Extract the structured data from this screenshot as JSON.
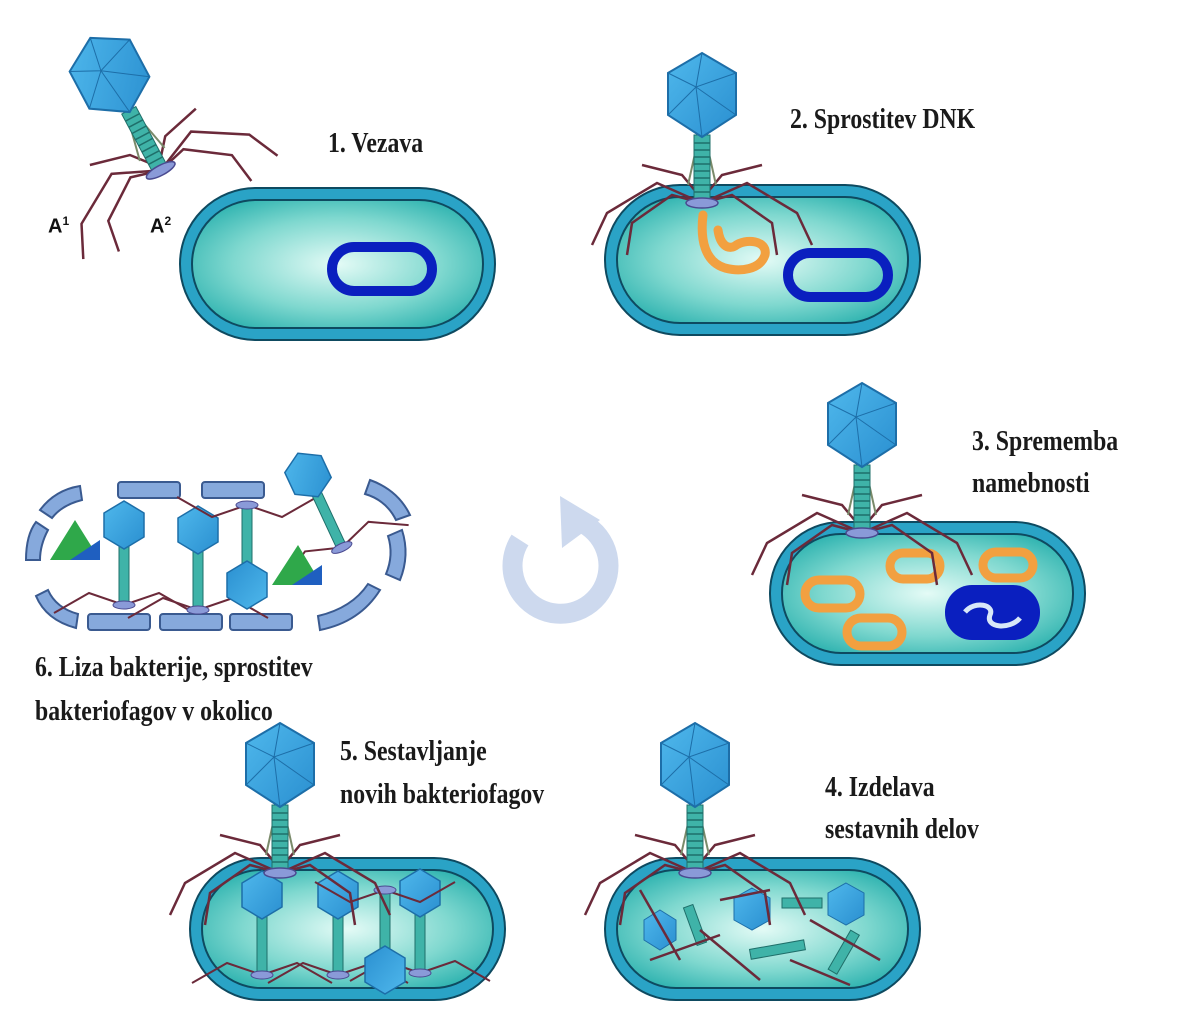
{
  "steps": {
    "s1": "1. Vezava",
    "s2": "2. Sprostitev DNK",
    "s3_l1": "3. Sprememba",
    "s3_l2": "namebnosti",
    "s4_l1": "4. Izdelava",
    "s4_l2": "sestavnih delov",
    "s5_l1": "5. Sestavljanje",
    "s5_l2": "novih bakteriofagov",
    "s6_l1": "6. Liza bakterije, sprostitev",
    "s6_l2": "bakteriofagov v okolico"
  },
  "attachment_labels": {
    "a1_base": "A",
    "a1_sup": "1",
    "a2_base": "A",
    "a2_sup": "2"
  },
  "colors": {
    "capsid": "#3aa6e0",
    "tail": "#3fb3a8",
    "fibers": "#6b2a3a",
    "cell_wall": "#2aa3c6",
    "plasmid": "#0a1fbf",
    "phage_dna": "#f2a040",
    "debris": "#86a9dc",
    "cycle_arrow": "#cdd9ee"
  }
}
